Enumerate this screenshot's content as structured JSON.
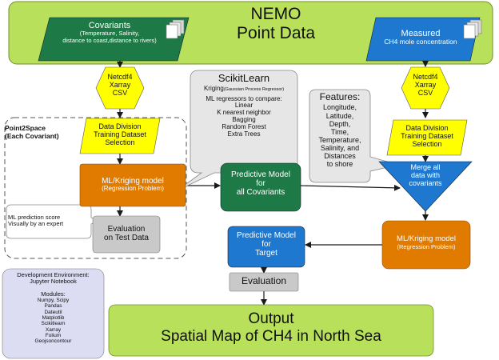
{
  "header": {
    "title_line1": "NEMO",
    "title_line2": "Point Data"
  },
  "covariants": {
    "title": "Covariants",
    "sub_line1": "(Temperature, Salinity,",
    "sub_line2": "distance to coast,distance to rivers)"
  },
  "measured": {
    "title": "Measured",
    "sub": "CH4 mole concentration"
  },
  "format_left": [
    "Netcdf4",
    "Xarray",
    "CSV"
  ],
  "format_right": [
    "Netcdf4",
    "Xarray",
    "CSV"
  ],
  "scikit": {
    "title": "ScikitLearn",
    "kriging_main": "Kriging",
    "kriging_sub": "(Gaussian Process Regressor)",
    "compare": "ML regressors to compare:",
    "items": [
      "Linear",
      "K nearest neighbor",
      "Bagging",
      "Random Forest",
      "Extra Trees"
    ]
  },
  "features": {
    "title": "Features:",
    "items": [
      "Longitude,",
      "Latitude,",
      "Depth,",
      "Time,",
      "Temperature,",
      "Salinity, and",
      "Distances",
      "to shore"
    ]
  },
  "point2space": {
    "line1": "Point2Space",
    "line2": "(Each Covariant)"
  },
  "data_division_left": [
    "Data Division",
    "Training Dataset",
    "Selection"
  ],
  "data_division_right": [
    "Data Division",
    "Training Dataset",
    "Selection"
  ],
  "merge": [
    "Merge all",
    "data with",
    "covariants"
  ],
  "ml_left": {
    "title": "ML/Kriging model",
    "sub": "(Regression Problem)"
  },
  "ml_right": {
    "title": "ML/Kriging model",
    "sub": "(Regression Problem)"
  },
  "predictive_all": [
    "Predictive Model",
    "for",
    "all Covariants"
  ],
  "predictive_target": [
    "Predictive Model",
    "for",
    "Target"
  ],
  "ml_score": [
    "ML prediction score",
    "Visually by an expert"
  ],
  "evaluation_test": [
    "Evaluation",
    "on Test Data"
  ],
  "evaluation": "Evaluation",
  "devenv": {
    "line1": "Development Environment:",
    "line2": "Jupyter Notebook",
    "modules_title": "Modules:",
    "modules": [
      "Numpy, Scipy",
      "Pandas",
      "Dateutil",
      "Matplotlib",
      "Scikitlearn",
      "Xarray",
      "Folium",
      "Geojsoncontour"
    ]
  },
  "output": {
    "line1": "Output",
    "line2": "Spatial Map of CH4 in North Sea"
  },
  "colors": {
    "lime": "#b9e05a",
    "dark_green": "#1d7a46",
    "blue": "#1e78cf",
    "yellow": "#ffff00",
    "orange": "#e07b00",
    "gray": "#c9c9c9",
    "callout": "#e6e6e6"
  }
}
